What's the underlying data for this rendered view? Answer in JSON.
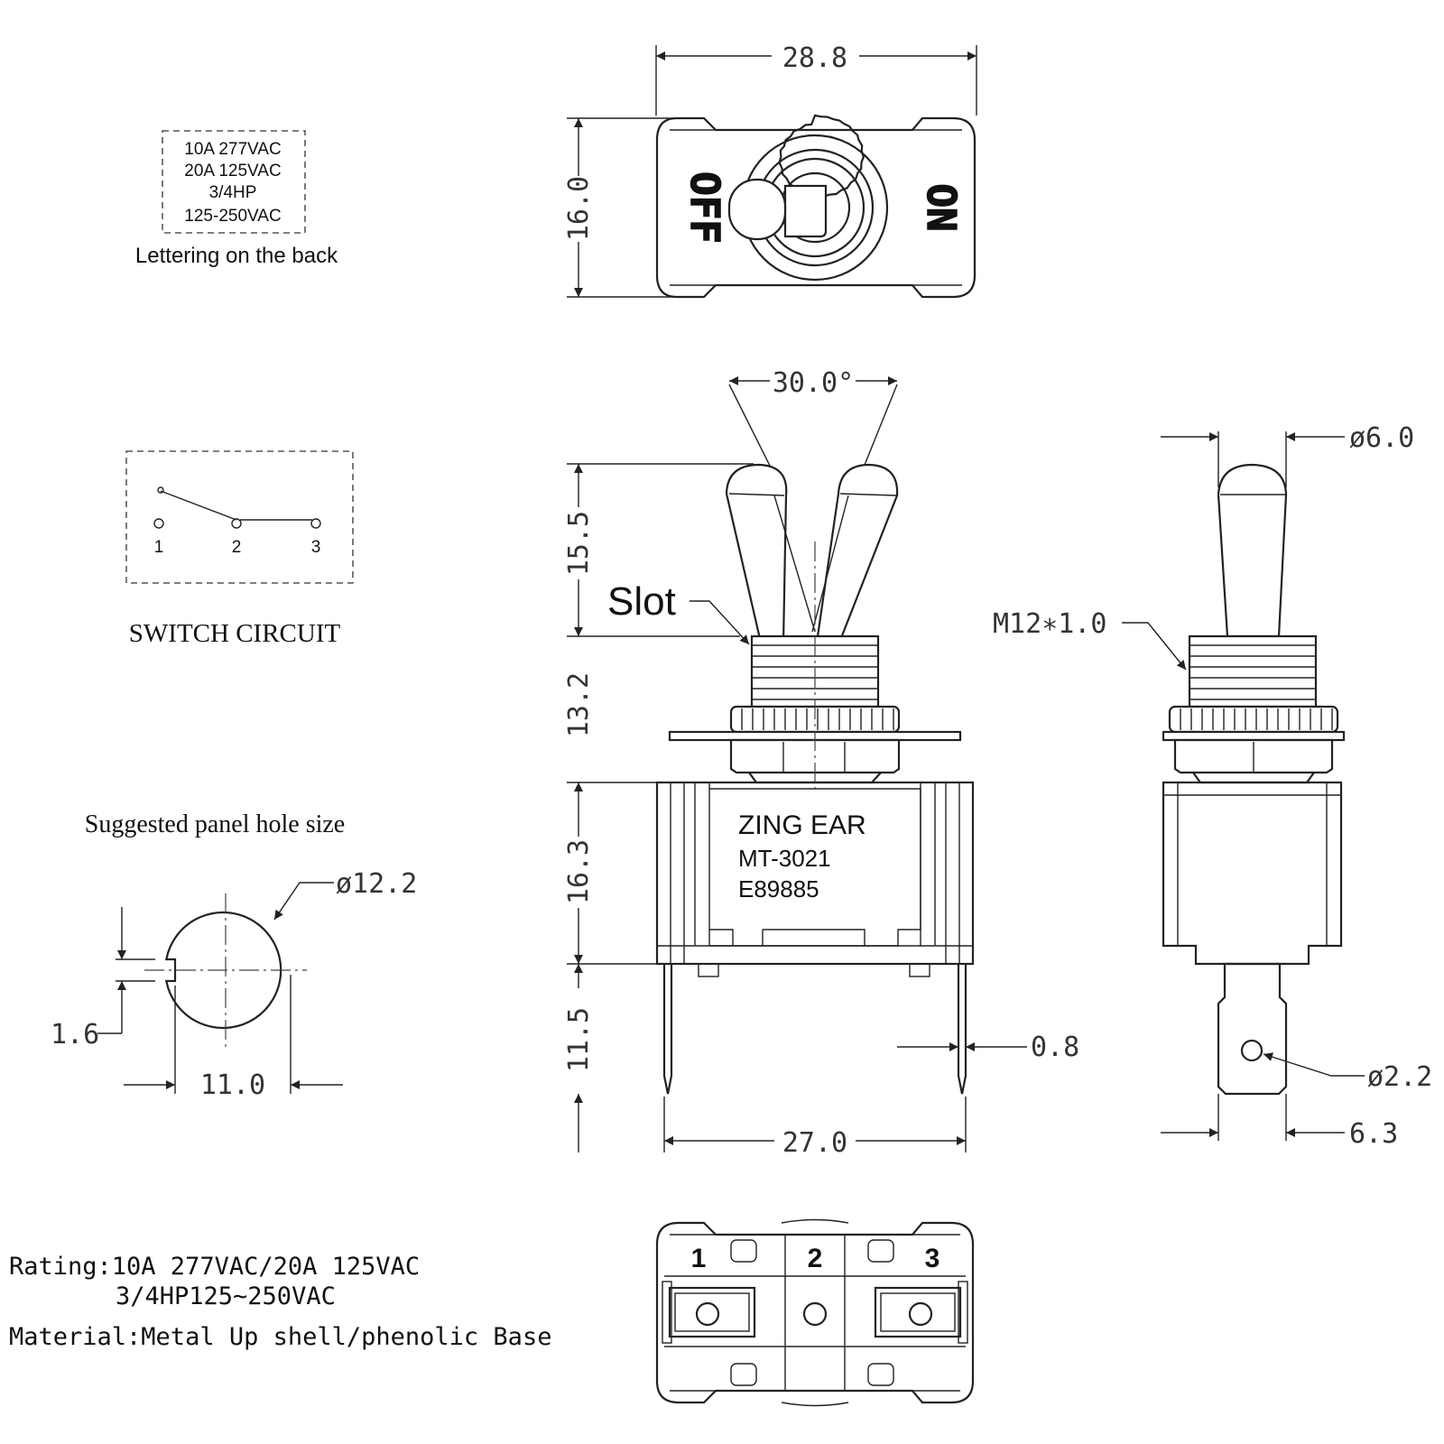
{
  "back_label": {
    "lines": [
      "10A 277VAC",
      "20A 125VAC",
      "3/4HP",
      "125-250VAC"
    ],
    "caption": "Lettering on the back"
  },
  "circuit": {
    "pins": [
      "1",
      "2",
      "3"
    ],
    "caption": "SWITCH  CIRCUIT"
  },
  "panel_hole": {
    "title": "Suggested panel hole size",
    "diameter": "ø12.2",
    "slot": "1.6",
    "width": "11.0"
  },
  "top_view": {
    "width": "28.8",
    "height": "16.0",
    "off_label": "OFF",
    "on_label": "ON"
  },
  "front_view": {
    "angle": "30.0°",
    "lever_height": "15.5",
    "bushing_height": "13.2",
    "body_height": "16.3",
    "terminal_length": "11.5",
    "terminal_thickness": "0.8",
    "terminal_span": "27.0",
    "slot_label": "Slot",
    "body_text": [
      "ZING  EAR",
      "MT-3021",
      "E89885"
    ]
  },
  "side_view": {
    "lever_diameter": "ø6.0",
    "thread": "M12∗1.0",
    "hole_diameter": "ø2.2",
    "terminal_width": "6.3"
  },
  "bottom_view": {
    "terminals": [
      "1",
      "2",
      "3"
    ]
  },
  "specs": {
    "rating_line1": "Rating:10A 277VAC/20A 125VAC",
    "rating_line2": "3/4HP125~250VAC",
    "material": "Material:Metal Up shell/phenolic Base"
  }
}
